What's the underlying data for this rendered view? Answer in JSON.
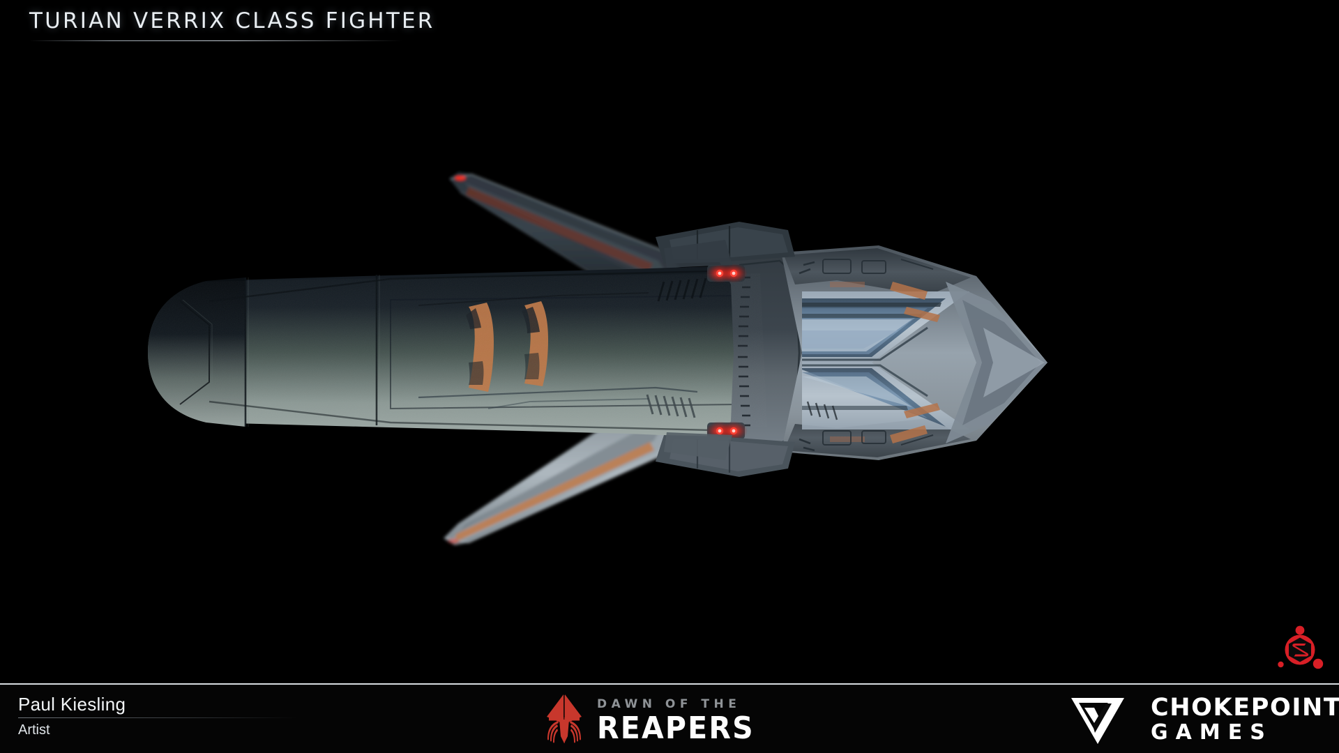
{
  "title": {
    "text": "TURIAN VERRIX CLASS FIGHTER"
  },
  "subject": {
    "name": "Turian Verrix Class Fighter",
    "view": "top-down orthographic render",
    "hull_colors": {
      "nose_dark": "#141a20",
      "hull_mid": "#6d7a78",
      "hull_light": "#a8b4b6",
      "panel_blue": "#3f5870",
      "panel_blue_light": "#8fa8c0",
      "accent_rust": "#c07a4a",
      "nav_light_red": "#ff2a1e",
      "background": "#000000"
    }
  },
  "watermark": {
    "name": "sketchfab-logo",
    "color": "#d81f26"
  },
  "footer": {
    "credit": {
      "name": "Paul Kiesling",
      "role": "Artist"
    },
    "game_logo": {
      "sub": "DAWN OF THE",
      "main": "REAPERS",
      "icon_color": "#c8372c"
    },
    "studio_logo": {
      "line1": "CHOKEPOINT",
      "line2": "GAMES",
      "icon_color": "#ffffff"
    }
  }
}
